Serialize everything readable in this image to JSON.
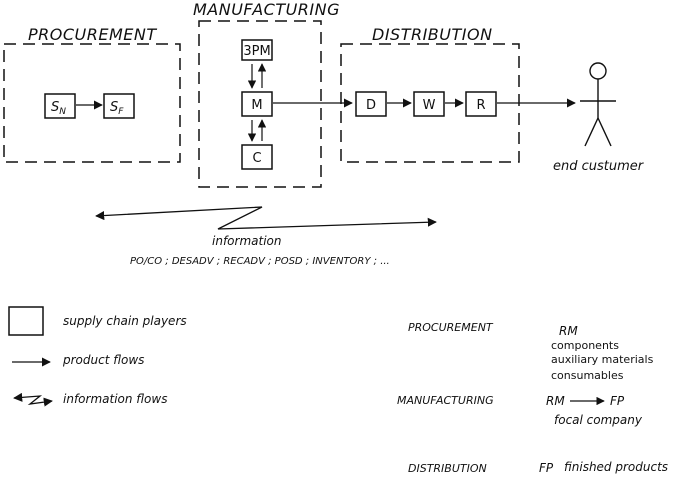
{
  "regions": {
    "procurement": "PROCUREMENT",
    "manufacturing": "MANUFACTURING",
    "distribution": "DISTRIBUTION"
  },
  "nodes": {
    "sn": {
      "main": "S",
      "sub": "N"
    },
    "sf": {
      "main": "S",
      "sub": "F"
    },
    "threepm": "3PM",
    "m": "M",
    "c": "C",
    "d": "D",
    "w": "W",
    "r": "R"
  },
  "customer": {
    "label": "end custumer"
  },
  "information": {
    "label": "information",
    "items": "PO/CO ; DESADV ; RECADV ; POSD ; INVENTORY ; ..."
  },
  "legend": {
    "players": "supply chain players",
    "product_flows": "product flows",
    "information_flows": "information flows"
  },
  "side": {
    "procurement": {
      "title": "PROCUREMENT",
      "head": "RM",
      "items": [
        "components",
        "auxiliary materials",
        "consumables"
      ]
    },
    "manufacturing": {
      "title": "MANUFACTURING",
      "from": "RM",
      "to": "FP",
      "note": "focal company"
    },
    "distribution": {
      "title": "DISTRIBUTION",
      "code": "FP",
      "text": "finished products"
    }
  }
}
